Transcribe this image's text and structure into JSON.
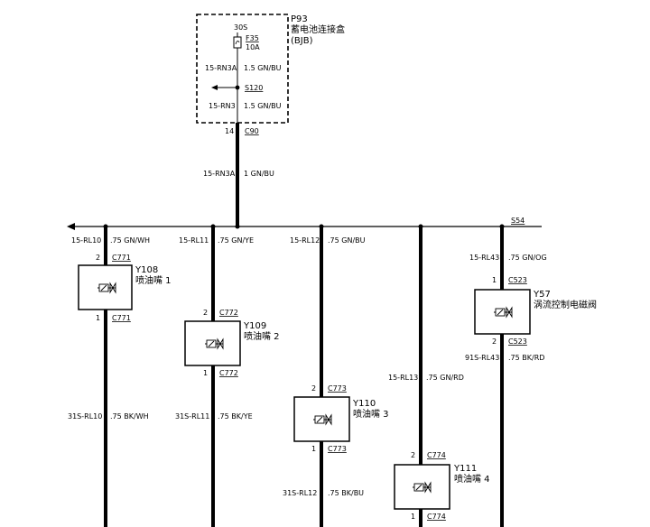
{
  "bjb": {
    "code": "P93",
    "name": "蓄电池连接盒",
    "sub": "(BJB)"
  },
  "fuse": {
    "supply": "30S",
    "id": "F35",
    "rating": "10A"
  },
  "bjb_wire1": {
    "circuit": "15-RN3A",
    "spec": "1.5 GN/BU"
  },
  "splice_internal": "S120",
  "bjb_wire2": {
    "circuit": "15-RN3",
    "spec": "1.5 GN/BU"
  },
  "bjb_connector": {
    "pin": "14",
    "id": "C90"
  },
  "trunk_wire": {
    "circuit": "15-RN3A",
    "spec": "1 GN/BU"
  },
  "splice_bus": "S54",
  "injectors": [
    {
      "code": "Y108",
      "name": "喷油嘴 1",
      "pin_top": "2",
      "conn_top": "C771",
      "pin_bot": "1",
      "conn_bot": "C771",
      "wire_in": {
        "circuit": "15-RL10",
        "spec": ".75 GN/WH"
      },
      "wire_out": {
        "circuit": "31S-RL10",
        "spec": ".75 BK/WH"
      }
    },
    {
      "code": "Y109",
      "name": "喷油嘴 2",
      "pin_top": "2",
      "conn_top": "C772",
      "pin_bot": "1",
      "conn_bot": "C772",
      "wire_in": {
        "circuit": "15-RL11",
        "spec": ".75 GN/YE"
      },
      "wire_out": {
        "circuit": "31S-RL11",
        "spec": ".75 BK/YE"
      }
    },
    {
      "code": "Y110",
      "name": "喷油嘴 3",
      "pin_top": "2",
      "conn_top": "C773",
      "pin_bot": "1",
      "conn_bot": "C773",
      "wire_in": {
        "circuit": "15-RL12",
        "spec": ".75 GN/BU"
      },
      "wire_out": {
        "circuit": "31S-RL12",
        "spec": ".75 BK/BU"
      }
    },
    {
      "code": "Y111",
      "name": "喷油嘴 4",
      "pin_top": "2",
      "conn_top": "C774",
      "pin_bot": "1",
      "conn_bot": "C774",
      "wire_in": {
        "circuit": "15-RL13",
        "spec": ".75 GN/RD"
      }
    },
    {
      "code": "Y57",
      "name": "涡流控制电磁阀",
      "pin_top": "1",
      "conn_top": "C523",
      "pin_bot": "2",
      "conn_bot": "C523",
      "wire_in": {
        "circuit": "15-RL43",
        "spec": ".75 GN/OG"
      },
      "wire_out": {
        "circuit": "91S-RL43",
        "spec": ".75 BK/RD"
      }
    }
  ],
  "colors": {
    "wire": "#000000",
    "background": "#ffffff"
  }
}
